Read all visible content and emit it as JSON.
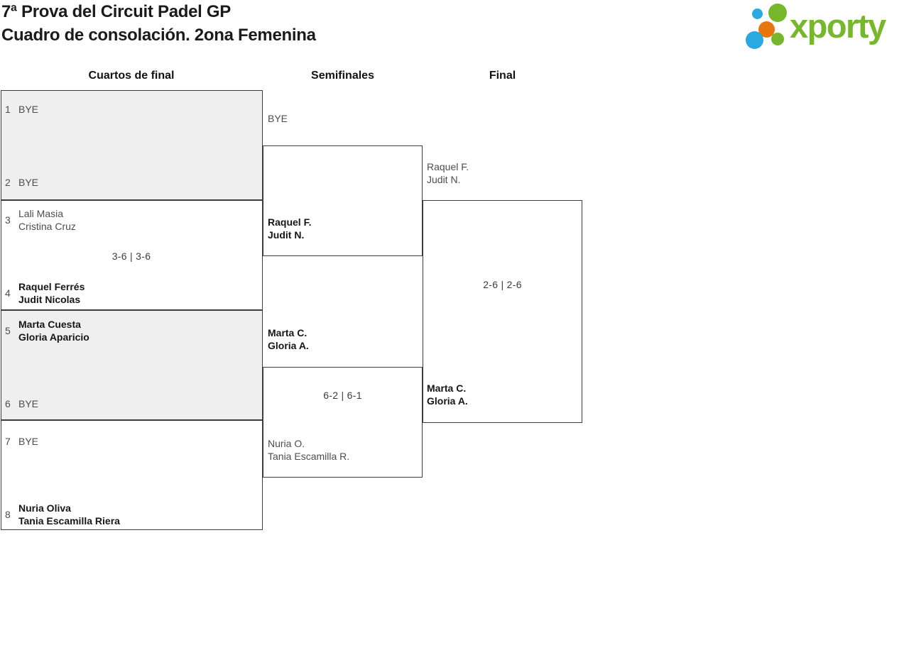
{
  "page": {
    "title_line1": "7ª Prova del Circuit Padel GP",
    "title_line2": "Cuadro de consolación. 2ona Femenina"
  },
  "logo": {
    "text": "xporty",
    "green": "#76b72b",
    "blue": "#29a9e0",
    "orange": "#e8760f"
  },
  "colors": {
    "box_shaded": "#efefef",
    "box_border": "#3d3d3d",
    "text_regular": "#4d4d4d",
    "text_winner": "#161616"
  },
  "bracket": {
    "round_headers": [
      "Cuartos de final",
      "Semifinales",
      "Final"
    ],
    "quarterfinals": [
      {
        "seeds": [
          "1",
          "2"
        ],
        "top": [
          "BYE"
        ],
        "bottom": [
          "BYE"
        ]
      },
      {
        "seeds": [
          "3",
          "4"
        ],
        "top": [
          "Lali Masia",
          "Cristina Cruz"
        ],
        "bottom": [
          "Raquel Ferrés",
          "Judit Nicolas"
        ],
        "score": "3-6 | 3-6",
        "winner": "bottom"
      },
      {
        "seeds": [
          "5",
          "6"
        ],
        "top": [
          "Marta Cuesta",
          "Gloria Aparicio"
        ],
        "bottom": [
          "BYE"
        ],
        "winner": "top"
      },
      {
        "seeds": [
          "7",
          "8"
        ],
        "top": [
          "BYE"
        ],
        "bottom": [
          "Nuria Oliva",
          "Tania Escamilla Riera"
        ],
        "winner": "bottom"
      }
    ],
    "semifinals": [
      {
        "top": [
          "BYE"
        ],
        "bottom": [
          "Raquel F.",
          "Judit N."
        ],
        "winner": "bottom"
      },
      {
        "top": [
          "Marta C.",
          "Gloria A."
        ],
        "bottom": [
          "Nuria O.",
          "Tania Escamilla R."
        ],
        "score": "6-2 | 6-1",
        "winner": "top"
      }
    ],
    "final": {
      "top": [
        "Raquel F.",
        "Judit N."
      ],
      "bottom": [
        "Marta C.",
        "Gloria A."
      ],
      "score": "2-6 | 2-6",
      "winner": "bottom"
    }
  }
}
